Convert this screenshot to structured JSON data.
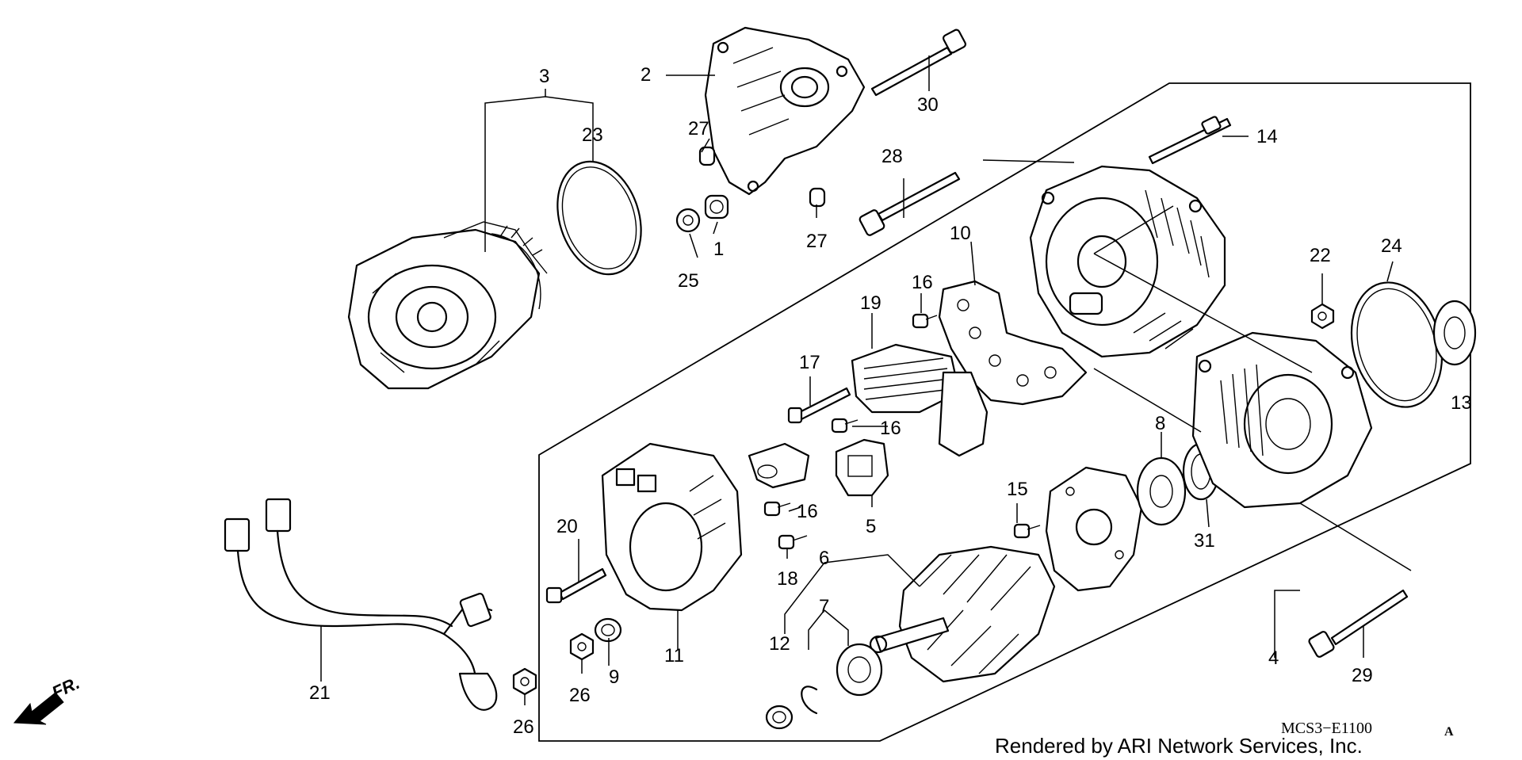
{
  "callouts": {
    "c1": "1",
    "c2": "2",
    "c3": "3",
    "c4": "4",
    "c5": "5",
    "c6": "6",
    "c7": "7",
    "c8": "8",
    "c9": "9",
    "c10": "10",
    "c11": "11",
    "c12": "12",
    "c13": "13",
    "c14": "14",
    "c15": "15",
    "c16a": "16",
    "c16b": "16",
    "c16c": "16",
    "c17": "17",
    "c18": "18",
    "c19": "19",
    "c20": "20",
    "c21": "21",
    "c22": "22",
    "c23": "23",
    "c24": "24",
    "c25": "25",
    "c26a": "26",
    "c26b": "26",
    "c27a": "27",
    "c27b": "27",
    "c28": "28",
    "c29": "29",
    "c30": "30",
    "c31": "31"
  },
  "diagram_code": "MCS3−E1100",
  "diagram_code_suffix": "A",
  "credit": "Rendered by ARI Network Services, Inc.",
  "front_indicator": "FR.",
  "icons": {
    "front_arrow": "arrow-down-left-icon"
  }
}
